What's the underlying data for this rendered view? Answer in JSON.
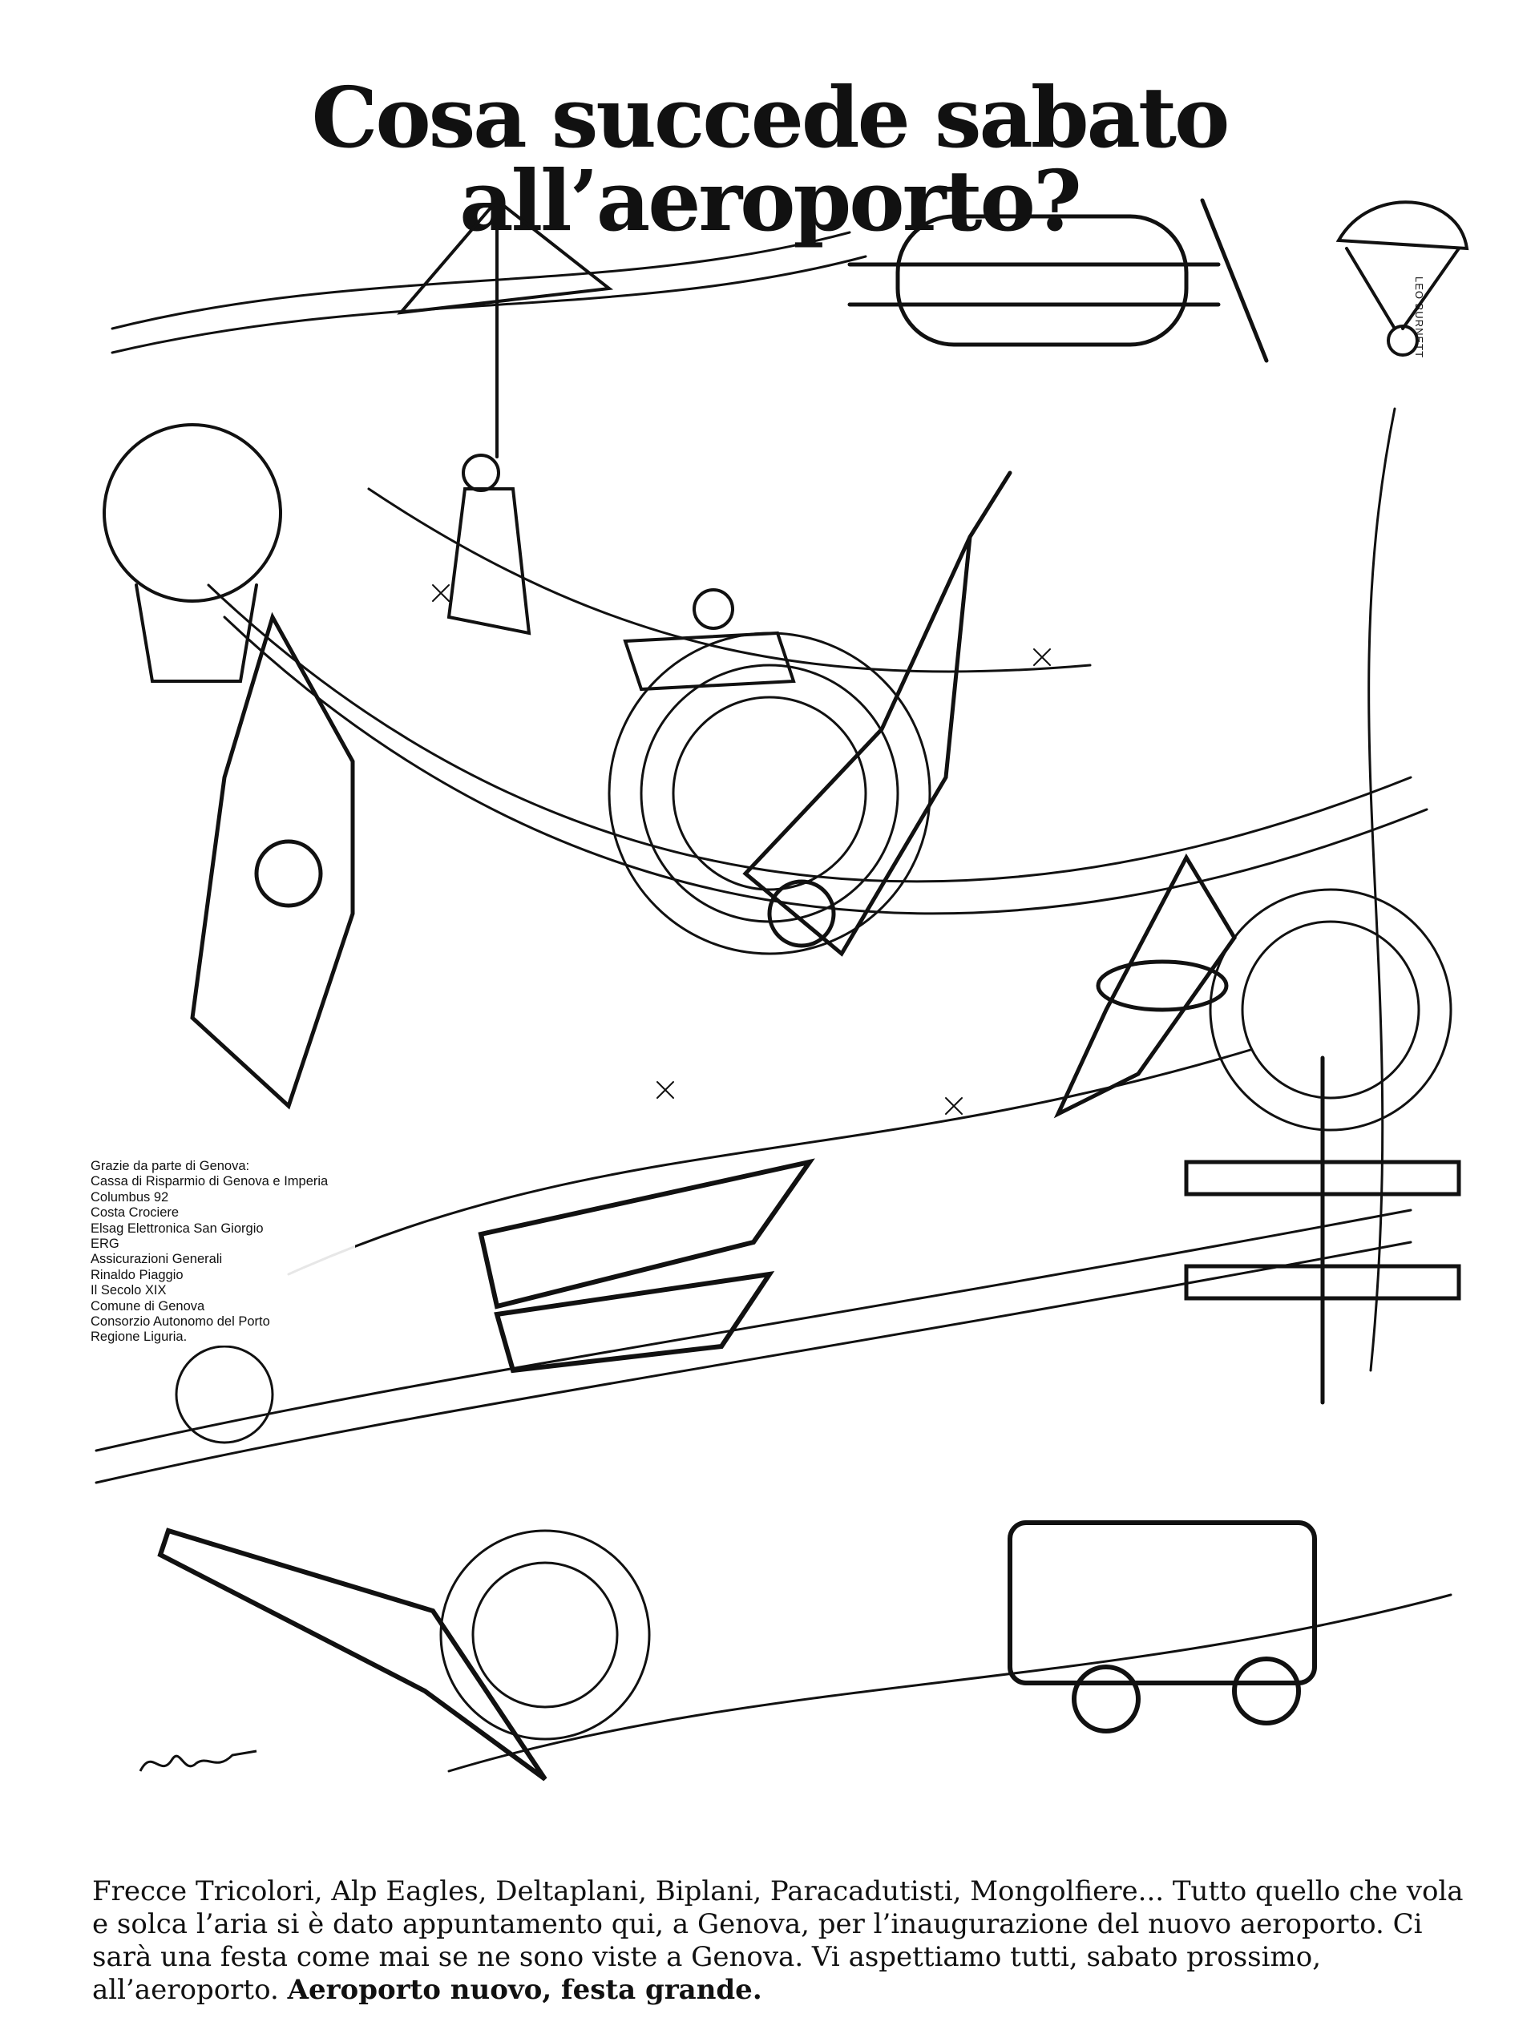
{
  "headline": "Cosa succede sabato all’aeroporto?",
  "agency_credit": "LEO BURNETT",
  "sponsors": {
    "items": [
      "Grazie da parte di Genova:",
      "Cassa di Risparmio di Genova e Imperia",
      "Columbus 92",
      "Costa Crociere",
      "Elsag Elettronica San Giorgio",
      "ERG",
      "Assicurazioni Generali",
      "Rinaldo Piaggio",
      "Il Secolo XIX",
      "Comune di Genova",
      "Consorzio Autonomo del Porto",
      "Regione Liguria."
    ]
  },
  "body": {
    "text": "Frecce Tricolori, Alp Eagles, Deltaplani, Biplani, Paracadutisti, Mongolfiere... Tutto quello che vola e solca l’aria si è dato appuntamento qui, a Genova, per l’inaugurazione del nuovo aeroporto. Ci sarà una festa come mai se ne sono viste a Genova. Vi aspettiamo tutti, sabato prossimo, all’aeroporto.",
    "tagline": "Aeroporto nuovo, festa grande."
  },
  "colors": {
    "ink": "#111111",
    "paper": "#ffffff"
  }
}
